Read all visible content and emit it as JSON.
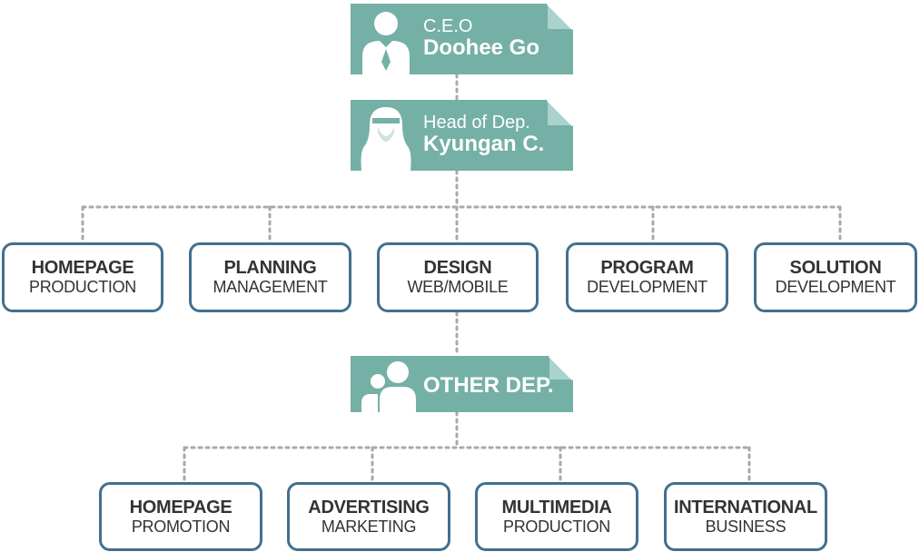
{
  "colors": {
    "card": "#74b0a6",
    "card_fold": "#a9d3cc",
    "box_border": "#41708f",
    "connector": "#a7a9ac",
    "text": "#333333"
  },
  "ceo": {
    "title": "C.E.O",
    "name": "Doohee Go",
    "icon": "businessman-icon"
  },
  "head": {
    "title": "Head of Dep.",
    "name": "Kyungan C.",
    "icon": "woman-icon"
  },
  "other": {
    "name": "OTHER DEP.",
    "icon": "group-icon"
  },
  "departments": [
    {
      "title": "HOMEPAGE",
      "sub": "PRODUCTION"
    },
    {
      "title": "PLANNING",
      "sub": "MANAGEMENT"
    },
    {
      "title": "DESIGN",
      "sub": "WEB/MOBILE"
    },
    {
      "title": "PROGRAM",
      "sub": "DEVELOPMENT"
    },
    {
      "title": "SOLUTION",
      "sub": "DEVELOPMENT"
    }
  ],
  "other_departments": [
    {
      "title": "HOMEPAGE",
      "sub": "PROMOTION"
    },
    {
      "title": "ADVERTISING",
      "sub": "MARKETING"
    },
    {
      "title": "MULTIMEDIA",
      "sub": "PRODUCTION"
    },
    {
      "title": "INTERNATIONAL",
      "sub": "BUSINESS"
    }
  ]
}
